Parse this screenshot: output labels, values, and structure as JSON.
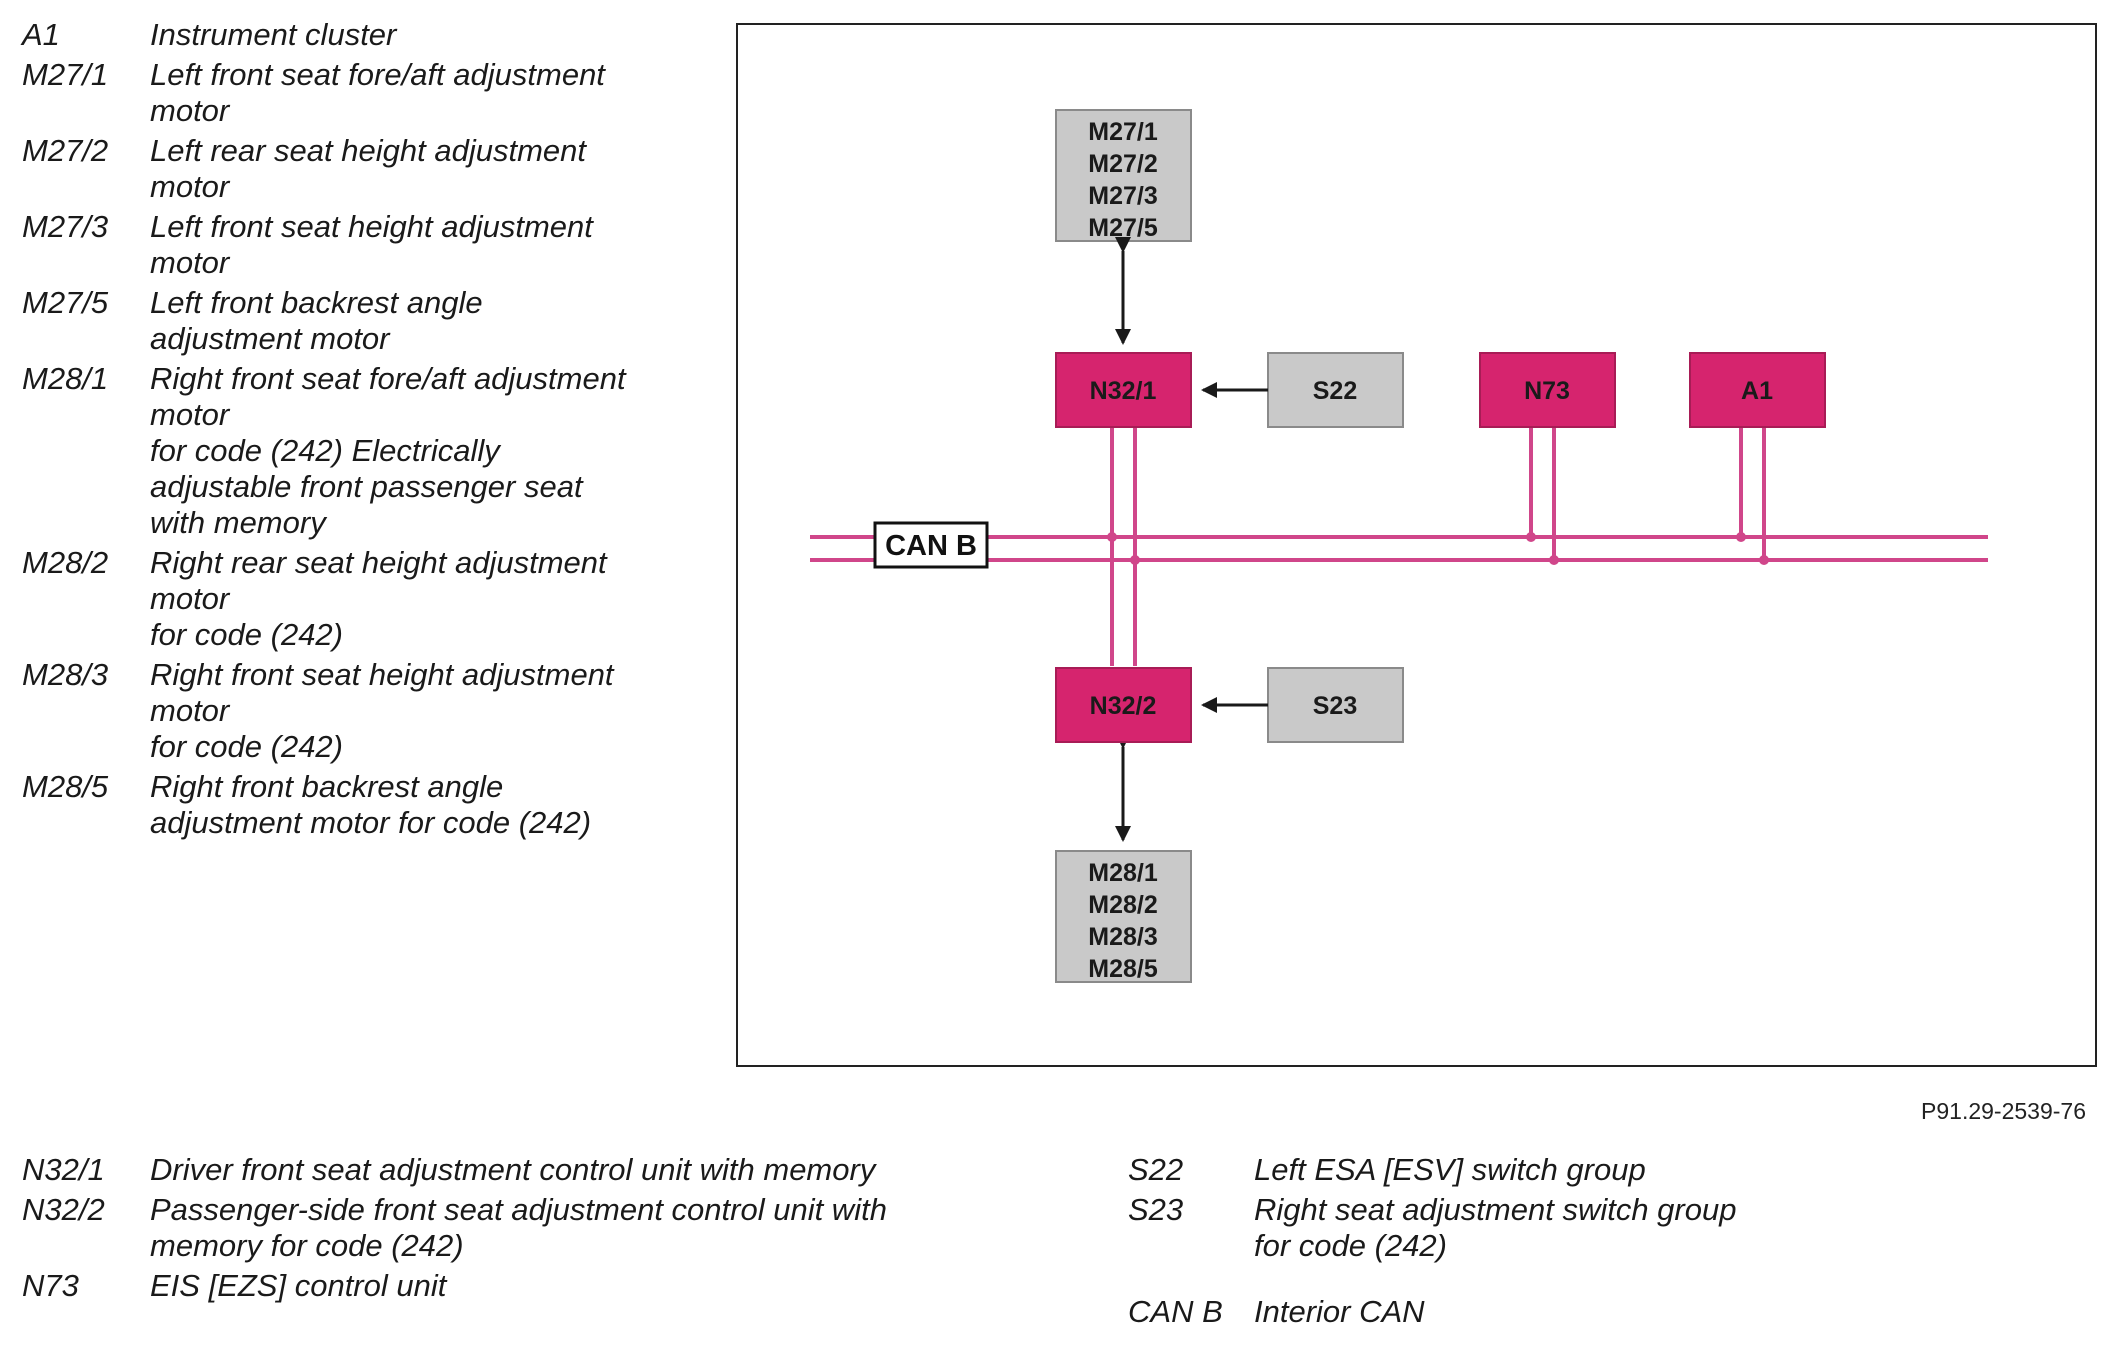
{
  "legend_top": [
    {
      "code": "A1",
      "desc": "Instrument cluster"
    },
    {
      "code": "M27/1",
      "desc": "Left front seat fore/aft adjustment\nmotor"
    },
    {
      "code": "M27/2",
      "desc": "Left rear seat height adjustment\nmotor"
    },
    {
      "code": "M27/3",
      "desc": "Left front seat height adjustment\nmotor"
    },
    {
      "code": "M27/5",
      "desc": "Left front backrest angle\nadjustment motor"
    },
    {
      "code": "M28/1",
      "desc": "Right front seat fore/aft adjustment\nmotor\nfor code (242) Electrically\nadjustable front passenger seat\nwith memory"
    },
    {
      "code": "M28/2",
      "desc": "Right rear seat height adjustment\nmotor\nfor code (242)"
    },
    {
      "code": "M28/3",
      "desc": "Right front seat height adjustment\nmotor\nfor code (242)"
    },
    {
      "code": "M28/5",
      "desc": "Right front backrest angle\nadjustment motor for code (242)"
    }
  ],
  "legend_bottom_left": [
    {
      "code": "N32/1",
      "desc": "Driver front seat adjustment control unit with memory"
    },
    {
      "code": "N32/2",
      "desc": "Passenger-side front seat adjustment control unit with\nmemory for code (242)"
    },
    {
      "code": "N73",
      "desc": "EIS [EZS] control unit"
    }
  ],
  "legend_bottom_right": [
    {
      "code": "S22",
      "desc": "Left ESA [ESV] switch group"
    },
    {
      "code": "S23",
      "desc": "Right seat adjustment switch group\nfor code (242)"
    },
    {
      "code": "CAN B",
      "desc": "Interior CAN"
    }
  ],
  "diagram": {
    "motors_left": [
      "M27/1",
      "M27/2",
      "M27/3",
      "M27/5"
    ],
    "motors_right": [
      "M28/1",
      "M28/2",
      "M28/3",
      "M28/5"
    ],
    "n32_1": "N32/1",
    "n32_2": "N32/2",
    "s22": "S22",
    "s23": "S23",
    "n73": "N73",
    "a1": "A1",
    "can_label": "CAN B"
  },
  "colors": {
    "control_unit": "#d6246e",
    "component": "#c9c9c9",
    "bus_line": "#d0468a",
    "arrow": "#1a1a1a"
  },
  "figure_ref": "P91.29-2539-76"
}
